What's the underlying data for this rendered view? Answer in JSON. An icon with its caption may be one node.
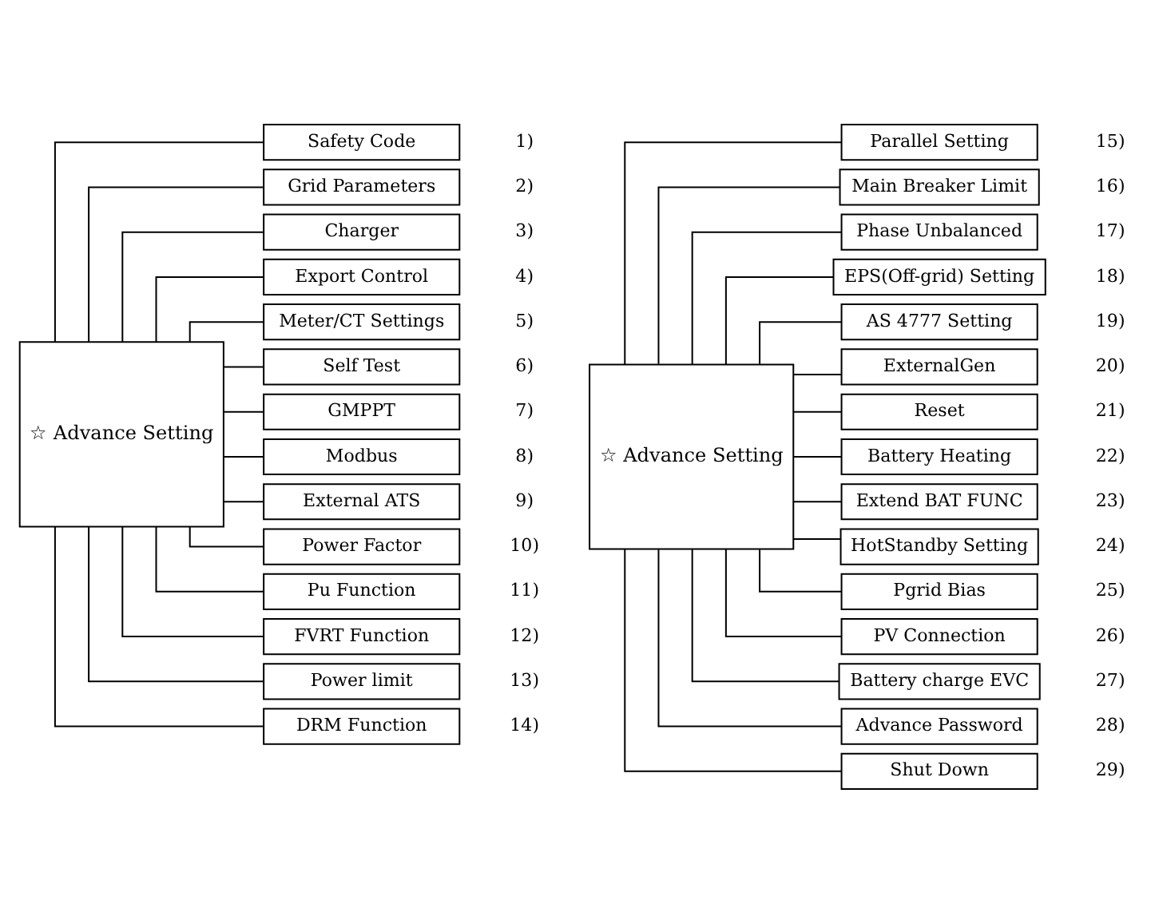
{
  "diagram": {
    "nodes": [
      {
        "text": [
          "☆ Advance Setting"
        ]
      },
      {
        "text": [
          "Safety Code"
        ],
        "beside": [
          "1)"
        ]
      },
      {
        "text": [
          "Grid Parameters"
        ],
        "beside": [
          "2)"
        ]
      },
      {
        "text": [
          "Charger"
        ],
        "beside": [
          "3)"
        ]
      },
      {
        "text": [
          "Export Control"
        ],
        "beside": [
          "4)"
        ]
      },
      {
        "text": [
          "Meter/CT Settings"
        ],
        "beside": [
          "5)"
        ]
      },
      {
        "text": [
          "Self Test"
        ],
        "beside": [
          "6)"
        ]
      },
      {
        "text": [
          "GMPPT"
        ],
        "beside": [
          "7)"
        ]
      },
      {
        "text": [
          "Modbus"
        ],
        "beside": [
          "8)"
        ]
      },
      {
        "text": [
          "External ATS"
        ],
        "beside": [
          "9)"
        ]
      },
      {
        "text": [
          "Power Factor"
        ],
        "beside": [
          "10)"
        ]
      },
      {
        "text": [
          "Pu Function"
        ],
        "beside": [
          "11)"
        ]
      },
      {
        "text": [
          "FVRT Function"
        ],
        "beside": [
          "12)"
        ]
      },
      {
        "text": [
          "Power limit"
        ],
        "beside": [
          "13)"
        ]
      },
      {
        "text": [
          "DRM Function"
        ],
        "beside": [
          "14)"
        ]
      },
      {
        "text": [
          "☆ Advance Setting"
        ]
      },
      {
        "text": [
          "Parallel Setting"
        ],
        "beside": [
          "15)"
        ]
      },
      {
        "text": [
          "Main Breaker Limit"
        ],
        "beside": [
          "16)"
        ]
      },
      {
        "text": [
          "Phase Unbalanced"
        ],
        "beside": [
          "17)"
        ]
      },
      {
        "text": [
          "EPS(Off-grid) Setting"
        ],
        "beside": [
          "18)"
        ]
      },
      {
        "text": [
          "AS 4777 Setting"
        ],
        "beside": [
          "19)"
        ]
      },
      {
        "text": [
          "ExternalGen"
        ],
        "beside": [
          "20)"
        ]
      },
      {
        "text": [
          "Reset"
        ],
        "beside": [
          "21)"
        ]
      },
      {
        "text": [
          "Battery Heating"
        ],
        "beside": [
          "22)"
        ]
      },
      {
        "text": [
          "Extend BAT FUNC"
        ],
        "beside": [
          "23)"
        ]
      },
      {
        "text": [
          "HotStandby Setting"
        ],
        "beside": [
          "24)"
        ]
      },
      {
        "text": [
          "Pgrid Bias"
        ],
        "beside": [
          "25)"
        ]
      },
      {
        "text": [
          "PV Connection"
        ],
        "beside": [
          "26)"
        ]
      },
      {
        "text": [
          "Battery charge EVC"
        ],
        "beside": [
          "27)"
        ]
      },
      {
        "text": [
          "Advance Password"
        ],
        "beside": [
          "28)"
        ]
      },
      {
        "text": [
          "Shut Down"
        ],
        "beside": [
          "29)"
        ]
      }
    ],
    "edges": [
      {
        "from": 0,
        "to": 1,
        "arrow": "none"
      },
      {
        "from": 0,
        "to": 2,
        "arrow": "none"
      },
      {
        "from": 0,
        "to": 3,
        "arrow": "none"
      },
      {
        "from": 0,
        "to": 4,
        "arrow": "none"
      },
      {
        "from": 0,
        "to": 5,
        "arrow": "none"
      },
      {
        "from": 0,
        "to": 6,
        "arrow": "none"
      },
      {
        "from": 0,
        "to": 7,
        "arrow": "none"
      },
      {
        "from": 0,
        "to": 8,
        "arrow": "none"
      },
      {
        "from": 0,
        "to": 9,
        "arrow": "none"
      },
      {
        "from": 0,
        "to": 10,
        "arrow": "none"
      },
      {
        "from": 0,
        "to": 11,
        "arrow": "none"
      },
      {
        "from": 0,
        "to": 12,
        "arrow": "none"
      },
      {
        "from": 0,
        "to": 13,
        "arrow": "none"
      },
      {
        "from": 0,
        "to": 14,
        "arrow": "none"
      },
      {
        "from": 15,
        "to": 16,
        "arrow": "none"
      },
      {
        "from": 15,
        "to": 17,
        "arrow": "none"
      },
      {
        "from": 15,
        "to": 18,
        "arrow": "none"
      },
      {
        "from": 15,
        "to": 19,
        "arrow": "none"
      },
      {
        "from": 15,
        "to": 20,
        "arrow": "none"
      },
      {
        "from": 15,
        "to": 21,
        "arrow": "none"
      },
      {
        "from": 15,
        "to": 22,
        "arrow": "none"
      },
      {
        "from": 15,
        "to": 23,
        "arrow": "none"
      },
      {
        "from": 15,
        "to": 24,
        "arrow": "none"
      },
      {
        "from": 15,
        "to": 25,
        "arrow": "none"
      },
      {
        "from": 15,
        "to": 26,
        "arrow": "none"
      },
      {
        "from": 15,
        "to": 27,
        "arrow": "none"
      },
      {
        "from": 15,
        "to": 28,
        "arrow": "none"
      },
      {
        "from": 15,
        "to": 29,
        "arrow": "none"
      },
      {
        "from": 15,
        "to": 30,
        "arrow": "none"
      }
    ]
  }
}
